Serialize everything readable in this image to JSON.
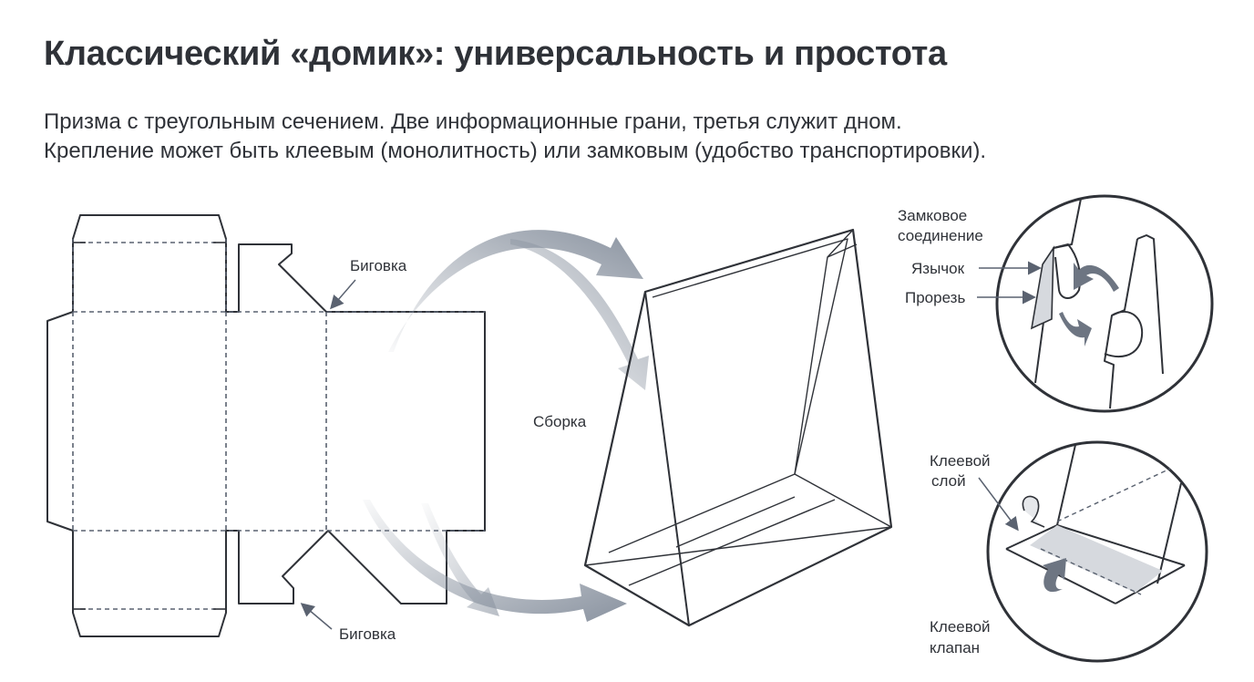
{
  "header": {
    "title": "Классический «домик»: универсальность и простота",
    "subtitle_line1": "Призма с треугольным сечением. Две информационные грани, третья служит дном.",
    "subtitle_line2": "Крепление может быть клеевым (монолитность) или замковым (удобство транспортировки)."
  },
  "diagram": {
    "crease_top": "Биговка",
    "crease_bottom": "Биговка",
    "assembly": "Сборка",
    "lock_joint_line1": "Замковое",
    "lock_joint_line2": "соединение",
    "tab": "Язычок",
    "slot": "Прорезь",
    "glue_layer_line1": "Клеевой",
    "glue_layer_line2": "слой",
    "glue_flap_line1": "Клеевой",
    "glue_flap_line2": "клапан"
  },
  "colors": {
    "ink": "#2f3238",
    "dash": "#5a6270",
    "arrow": "#8a93a0",
    "glue": "#d6d9de"
  }
}
